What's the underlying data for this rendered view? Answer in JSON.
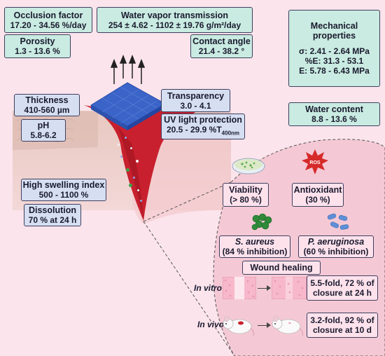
{
  "occlusion": {
    "title": "Occlusion factor",
    "value": "17.20 - 34.56 %/day"
  },
  "porosity": {
    "title": "Porosity",
    "value": "1.3 - 13.6 %"
  },
  "wvt": {
    "title": "Water vapor transmission",
    "value": "254 ± 4.62 - 1102 ± 19.76 g/m²/day"
  },
  "contact_angle": {
    "title": "Contact angle",
    "value": "21.4 - 38.2 °"
  },
  "mechanical": {
    "title_line1": "Mechanical",
    "title_line2": "properties",
    "sigma": "σ: 2.41 - 2.64 MPa",
    "elong": "%E: 31.3 - 53.1",
    "modulus": "E: 5.78 - 6.43 MPa"
  },
  "water_content": {
    "title": "Water content",
    "value": "8.8 - 13.6 %"
  },
  "thickness": {
    "title": "Thickness",
    "value": "410-560 µm"
  },
  "ph": {
    "title": "pH",
    "value": "5.8-6.2"
  },
  "transparency": {
    "title": "Transparency",
    "value": "3.0 - 4.1"
  },
  "uv": {
    "title": "UV light protection",
    "value": "20.5 - 29.9 %T",
    "sub": "400nm"
  },
  "swelling": {
    "title": "High swelling index",
    "value": "500 - 1100 %"
  },
  "dissolution": {
    "title": "Dissolution",
    "value": "70 % at 24 h"
  },
  "viability": {
    "title": "Viability",
    "value": "(> 80 %)"
  },
  "antioxidant": {
    "title": "Antioxidant",
    "value": "(30 %)"
  },
  "ros_label": "ROS",
  "s_aureus": {
    "title": "S. aureus",
    "value": "(84 % inhibition)"
  },
  "p_aeruginosa": {
    "title": "P. aeruginosa",
    "value": "(60 % inhibition)"
  },
  "wound_healing": {
    "title": "Wound healing"
  },
  "in_vitro": {
    "label": "In vitro",
    "result_line1": "5.5-fold, 72 % of",
    "result_line2": "closure at 24 h"
  },
  "in_vivo": {
    "label": "In vivo",
    "result_line1": "3.2-fold, 92 % of",
    "result_line2": "closure at 10 d"
  },
  "colors": {
    "background": "#fbe4ec",
    "green_box": "#c9ebe1",
    "blue_box": "#d6dff2",
    "pink_box": "#fde2ec",
    "dressing": "#3a64c8",
    "wound": "#c8202e"
  }
}
